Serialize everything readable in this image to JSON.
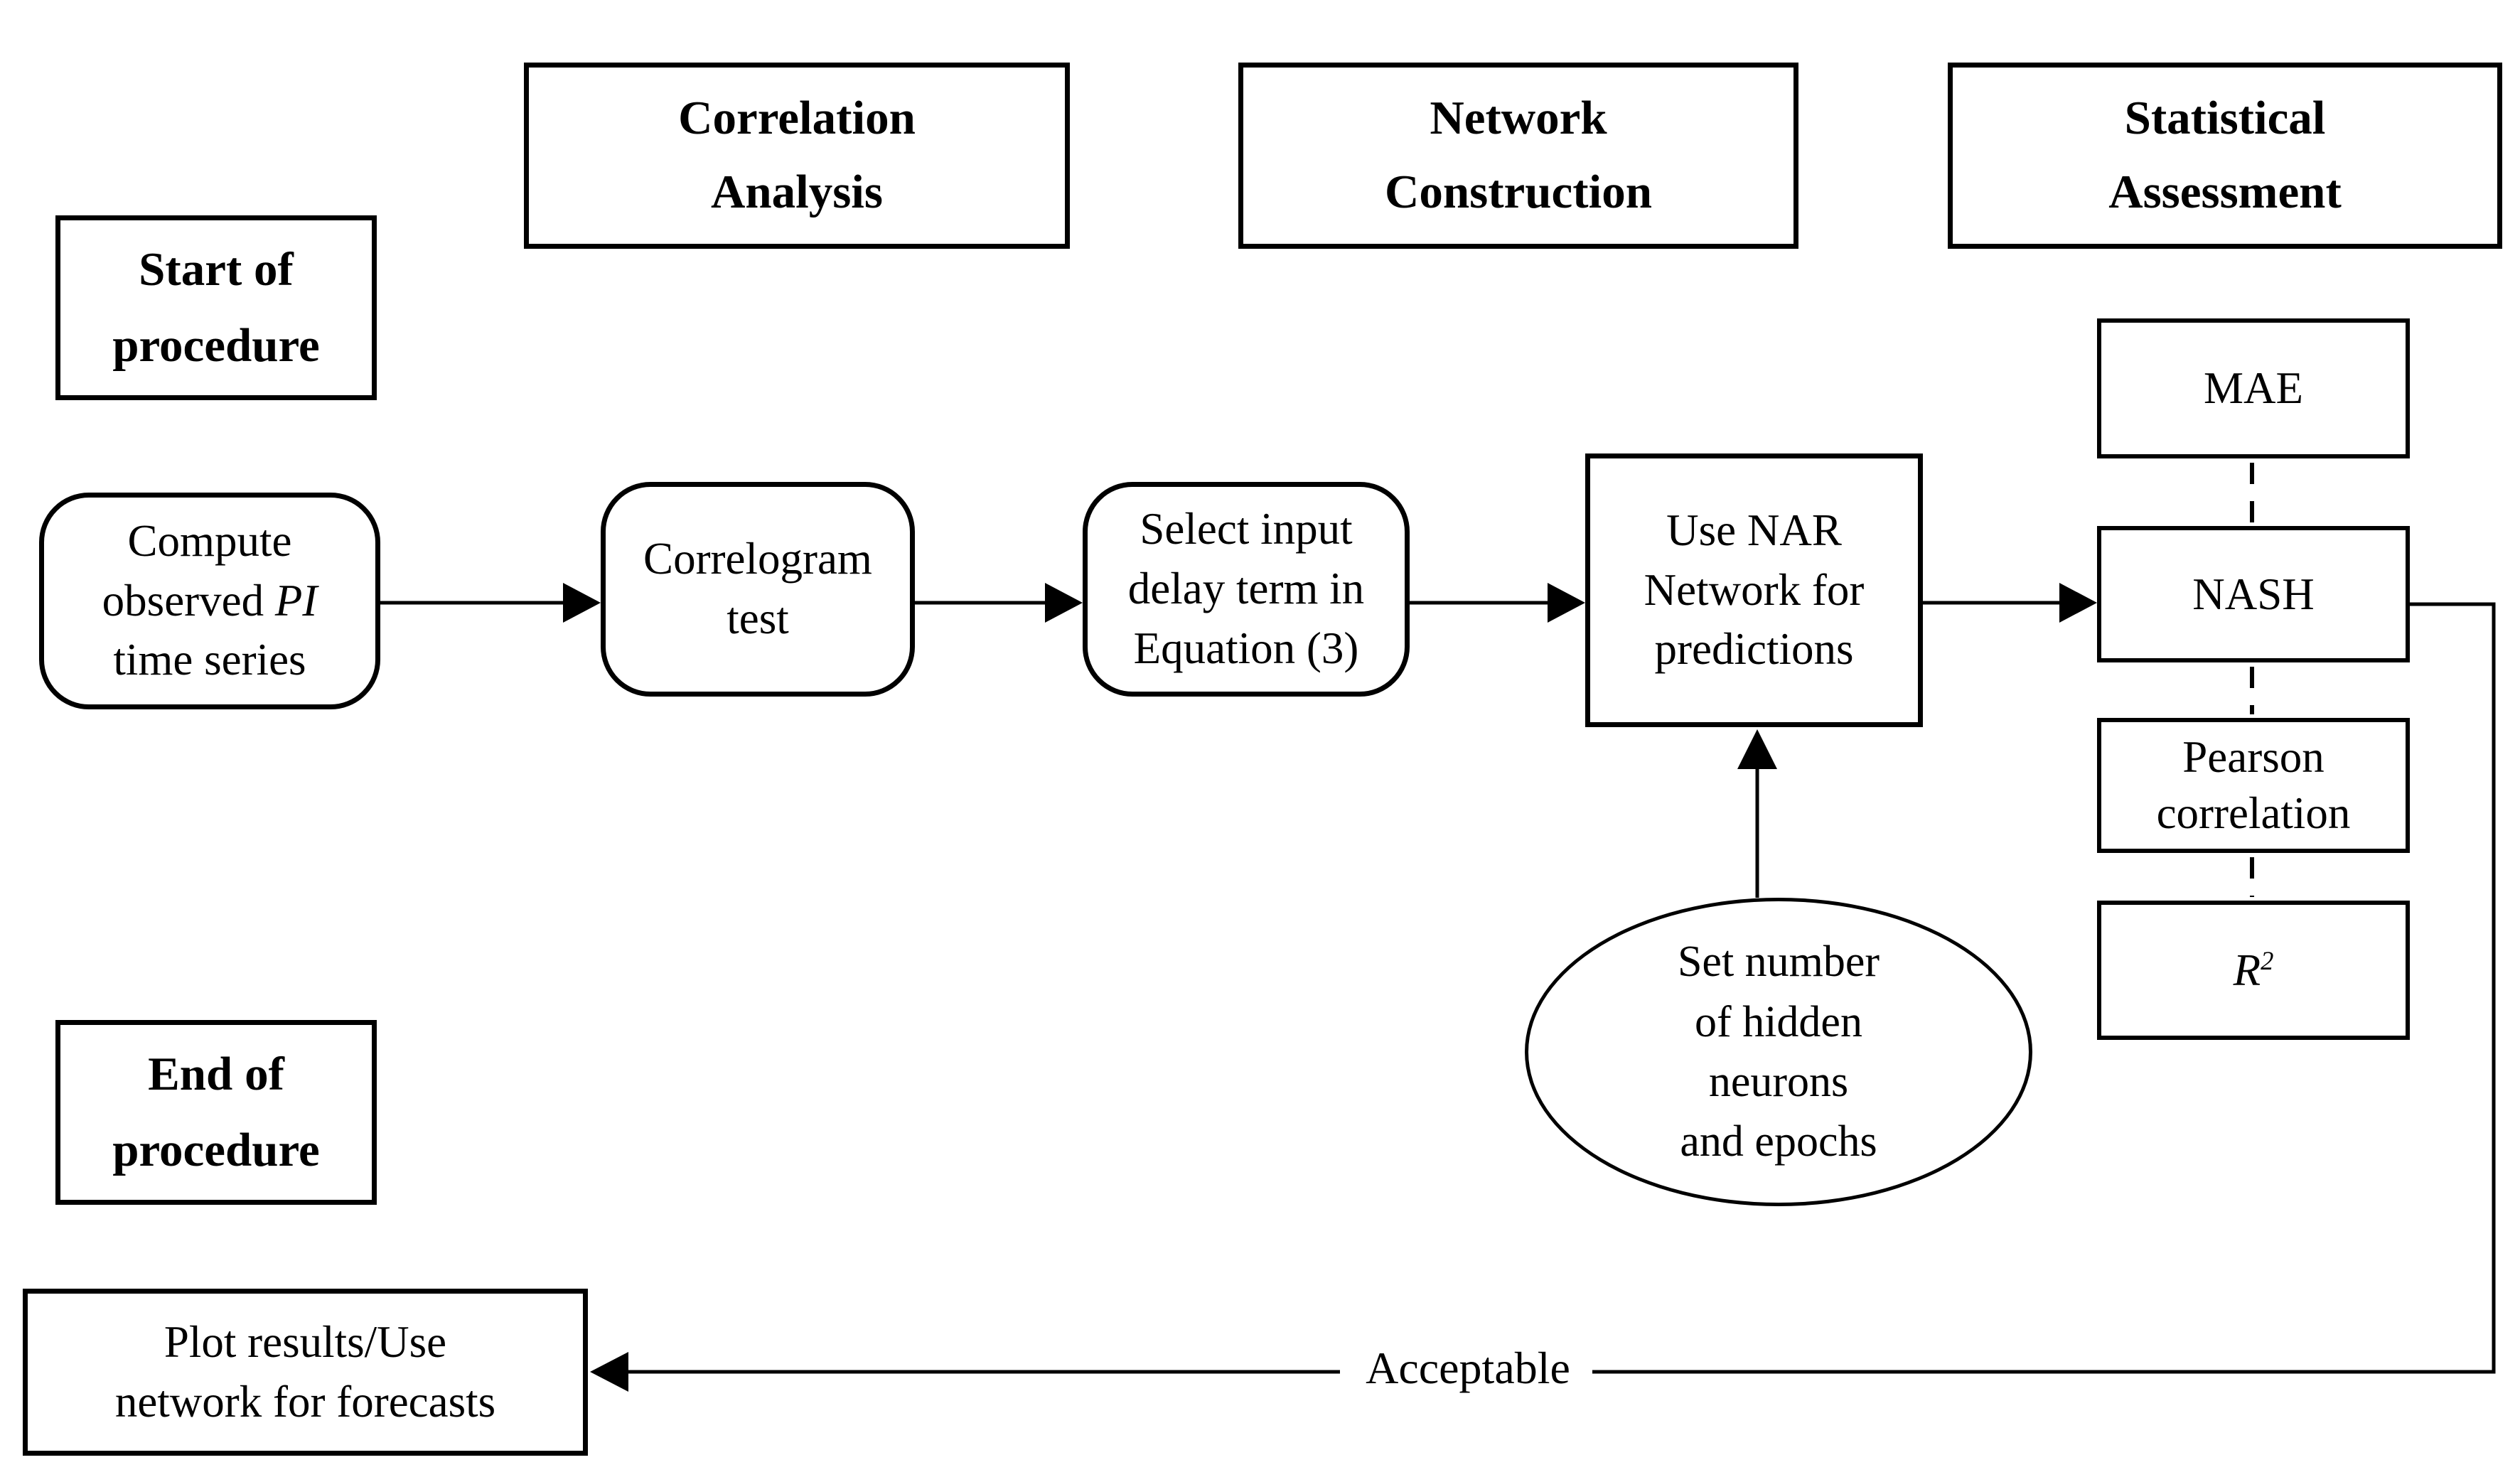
{
  "diagram": {
    "headers": {
      "correlation": "Correlation\nAnalysis",
      "network": "Network\nConstruction",
      "statistical": "Statistical\nAssessment"
    },
    "nodes": {
      "start": "Start of\nprocedure",
      "end": "End of\nprocedure",
      "compute": {
        "line1": "Compute",
        "line2_prefix": "observed ",
        "line2_italic": "PI",
        "line3": "time series"
      },
      "correlogram": "Correlogram\ntest",
      "select_delay": "Select input\ndelay term in\nEquation (3)",
      "nar": "Use NAR\nNetwork for\npredictions",
      "mae": "MAE",
      "nash": "NASH",
      "pearson": "Pearson\ncorrelation",
      "r_squared": {
        "base": "R",
        "sup": "2"
      },
      "hidden_neurons": "Set number\nof hidden\nneurons\nand epochs",
      "plot": "Plot results/Use\nnetwork for forecasts"
    },
    "labels": {
      "acceptable": "Acceptable"
    },
    "colors": {
      "stroke": "#000000",
      "background": "#ffffff"
    }
  }
}
